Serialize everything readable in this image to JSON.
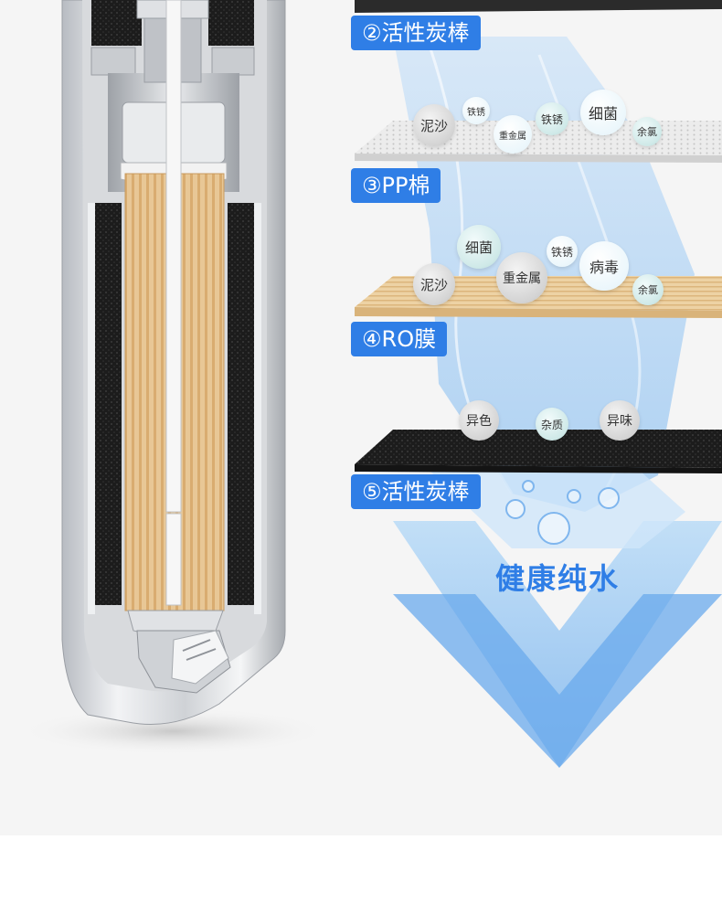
{
  "stages": {
    "stage2": "②活性炭棒",
    "stage3": "③PP棉",
    "stage4": "④RO膜",
    "stage5": "⑤活性炭棒"
  },
  "layer_pp": {
    "sand": "泥沙",
    "rust_small": "铁锈",
    "heavy_metal": "重金属",
    "rust": "铁锈",
    "bacteria": "细菌",
    "chlorine": "余氯"
  },
  "layer_ro": {
    "bacteria": "细菌",
    "rust": "铁锈",
    "sand": "泥沙",
    "heavy_metal": "重金属",
    "virus": "病毒",
    "chlorine": "余氯"
  },
  "layer_carbon": {
    "color": "异色",
    "impurity": "杂质",
    "odor": "异味"
  },
  "result": {
    "label": "健康纯水"
  },
  "colors": {
    "accent": "#2f7ee6",
    "water": "#a9cff3",
    "fiber": "#e6c08c",
    "carbon": "#2b2b2b"
  }
}
